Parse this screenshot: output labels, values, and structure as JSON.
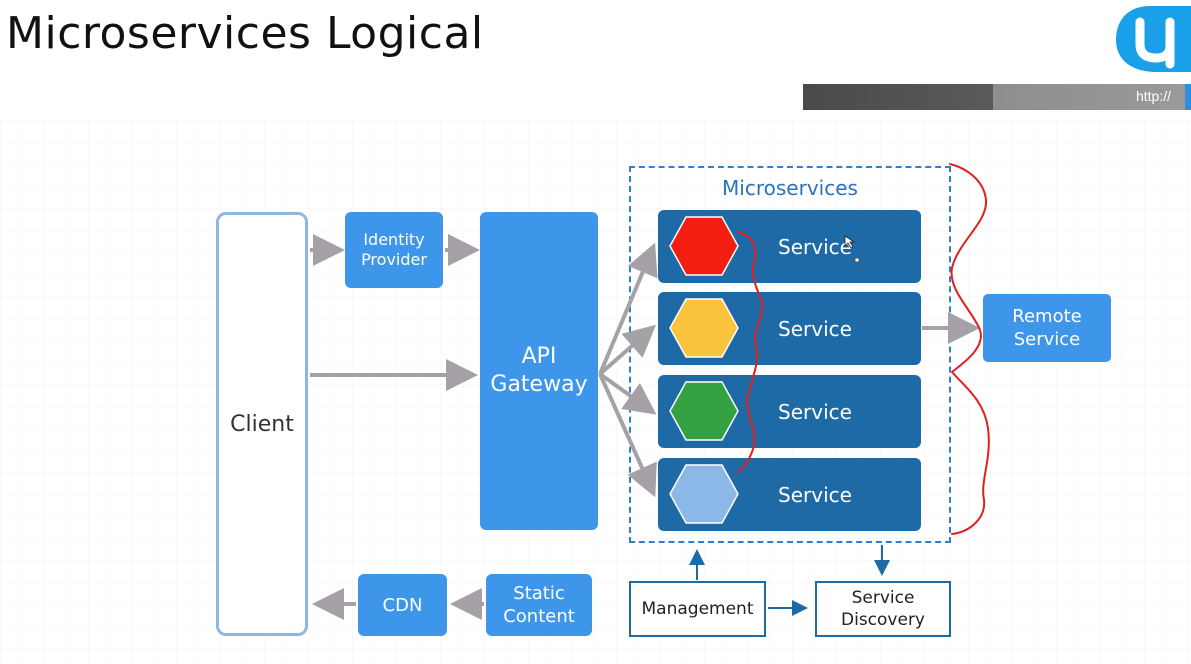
{
  "slide": {
    "title": "Microservices Logical",
    "url_text": "http://"
  },
  "diagram": {
    "client": "Client",
    "identity_provider": "Identity\nProvider",
    "api_gateway": "API\nGateway",
    "cdn": "CDN",
    "static_content": "Static\nContent",
    "microservices_title": "Microservices",
    "services": [
      {
        "label": "Service",
        "hex_color": "#f31d12"
      },
      {
        "label": "Service",
        "hex_color": "#fcc43c"
      },
      {
        "label": "Service",
        "hex_color": "#34a143"
      },
      {
        "label": "Service",
        "hex_color": "#8cb8e8"
      }
    ],
    "remote_service": "Remote\nService",
    "management": "Management",
    "service_discovery": "Service\nDiscovery"
  },
  "colors": {
    "primary_blue": "#3d96ea",
    "service_dark_blue": "#1d6aa7",
    "arrow_gray": "#a6a1a6",
    "dashed_border": "#2f7fd0",
    "annotation_red": "#e02020"
  },
  "icons": {
    "logo": "brand-logo-icon",
    "service_shape": "hexagon-icon"
  }
}
